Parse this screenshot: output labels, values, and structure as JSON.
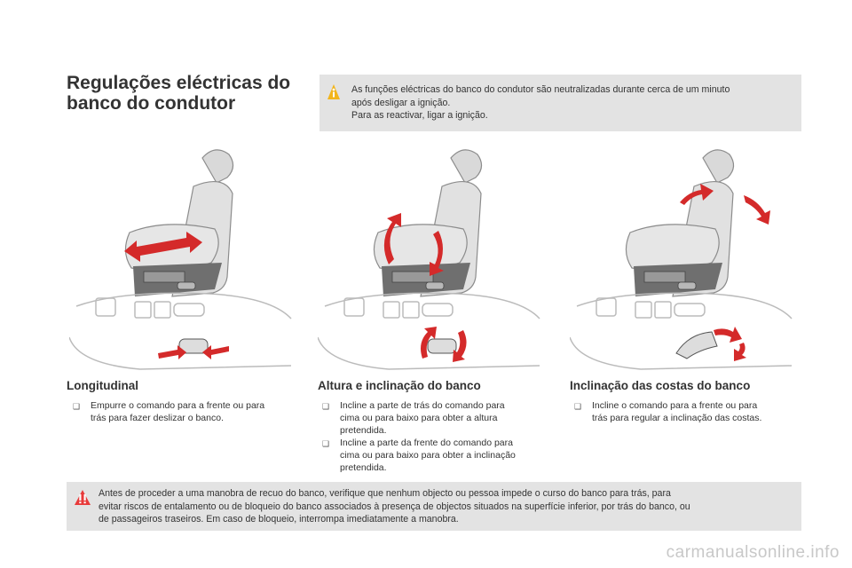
{
  "page": {
    "title_line1": "Regulações eléctricas do",
    "title_line2": "banco do condutor"
  },
  "info": {
    "icon": "info-icon",
    "line1": "As funções eléctricas do banco do condutor são neutralizadas durante cerca de um minuto",
    "line2": "após desligar a ignição.",
    "line3": "Para as reactivar, ligar a ignição."
  },
  "sections": [
    {
      "title": "Longitudinal",
      "bullets": [
        {
          "marker": "❑",
          "lines": [
            "Empurre o comando para a frente ou para",
            "trás para fazer deslizar o banco."
          ]
        }
      ]
    },
    {
      "title": "Altura e inclinação do banco",
      "bullets": [
        {
          "marker": "❑",
          "lines": [
            "Incline a parte de trás do comando para",
            "cima ou para baixo para obter a altura",
            "pretendida."
          ]
        },
        {
          "marker": "❑",
          "lines": [
            "Incline a parte da frente do comando para",
            "cima ou para baixo para obter a inclinação",
            "pretendida."
          ]
        }
      ]
    },
    {
      "title": "Inclinação das costas do banco",
      "bullets": [
        {
          "marker": "❑",
          "lines": [
            "Incline o comando para a frente ou para",
            "trás para regular a inclinação das costas."
          ]
        }
      ]
    }
  ],
  "warning": {
    "icon": "warning-icon",
    "line1": "Antes de proceder a uma manobra de recuo do banco, verifique que nenhum objecto ou pessoa impede o curso do banco para trás, para",
    "line2": "evitar riscos de entalamento ou de bloqueio do banco associados à presença de objectos situados na superfície inferior, por trás do banco, ou",
    "line3": "de passageiros traseiros. Em caso de bloqueio, interrompa imediatamente a manobra."
  },
  "watermark": "carmanualsonline.info",
  "colors": {
    "arrow": "#d42a2a",
    "box": "#e3e3e3",
    "seat": "#dcdcdc",
    "seat_dark": "#777777"
  }
}
